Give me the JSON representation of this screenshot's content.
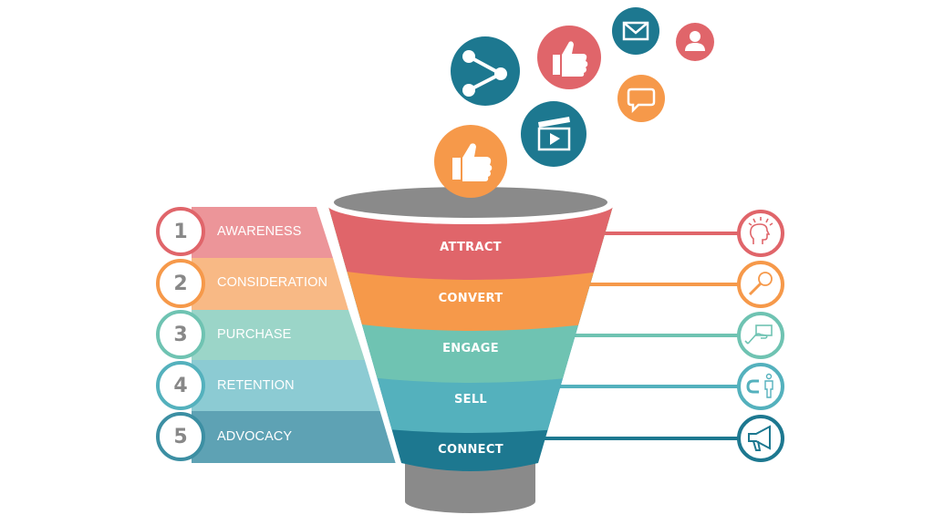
{
  "colors": {
    "red": "#e0656a",
    "orange": "#f6994a",
    "teal_green": "#6fc3b2",
    "teal": "#54b1bd",
    "dark_teal": "#1d7890",
    "gray": "#8a8a8a",
    "num_gray": "#888888",
    "bar_red": "#ec9599",
    "bar_orange": "#f8b985",
    "bar_green": "#9bd5c8",
    "bar_teal": "#8ccbd3",
    "bar_dark": "#5ea2b4"
  },
  "customer_steps": [
    {
      "number": "1",
      "label": "AWARENESS"
    },
    {
      "number": "2",
      "label": "CONSIDERATION"
    },
    {
      "number": "3",
      "label": "PURCHASE"
    },
    {
      "number": "4",
      "label": "RETENTION"
    },
    {
      "number": "5",
      "label": "ADVOCACY"
    }
  ],
  "funnel_stages": [
    {
      "label": "ATTRACT",
      "icon": "idea-head-icon"
    },
    {
      "label": "CONVERT",
      "icon": "magnifier-icon"
    },
    {
      "label": "ENGAGE",
      "icon": "hand-card-icon"
    },
    {
      "label": "SELL",
      "icon": "magnet-person-icon"
    },
    {
      "label": "CONNECT",
      "icon": "megaphone-icon"
    }
  ],
  "social_icons": [
    {
      "name": "share-icon",
      "color": "dark_teal"
    },
    {
      "name": "thumbs-up-icon",
      "color": "red"
    },
    {
      "name": "mail-icon",
      "color": "dark_teal"
    },
    {
      "name": "user-icon",
      "color": "red"
    },
    {
      "name": "chat-bubble-icon",
      "color": "orange"
    },
    {
      "name": "video-clapper-icon",
      "color": "dark_teal"
    },
    {
      "name": "thumbs-up-icon",
      "color": "orange"
    }
  ]
}
